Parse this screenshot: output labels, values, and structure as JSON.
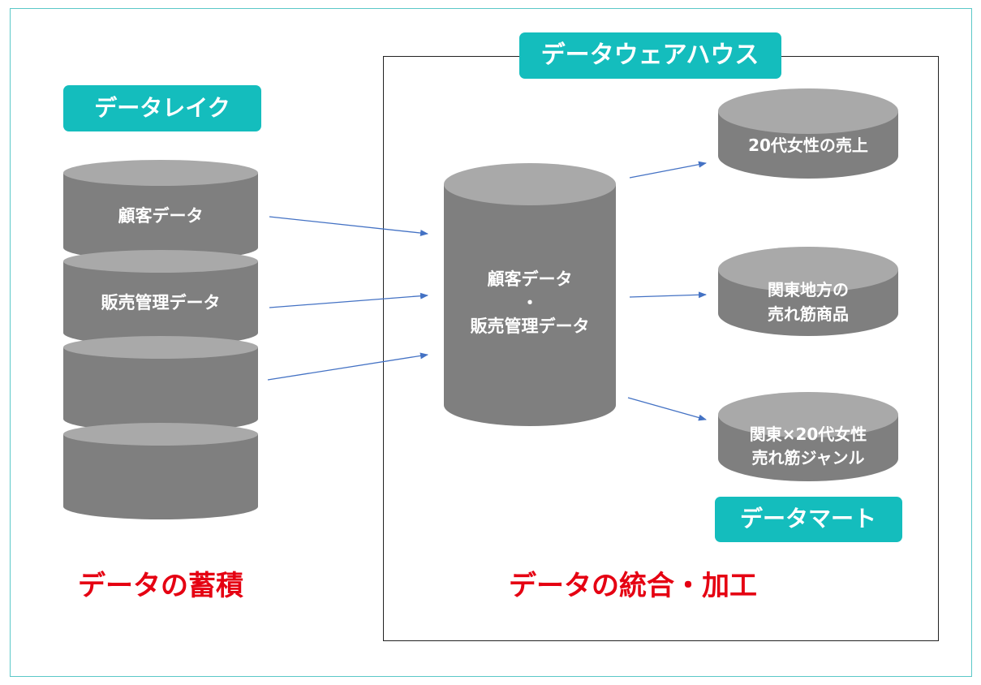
{
  "colors": {
    "accent": "#14bdbd",
    "cylinder_body": "#7f7f7f",
    "cylinder_top": "#a9a9a9",
    "caption": "#e50012",
    "arrow": "#4472c4"
  },
  "data_lake": {
    "title": "データレイク",
    "segments": [
      "顧客データ",
      "販売管理データ",
      "",
      ""
    ],
    "caption": "データの蓄積"
  },
  "data_warehouse": {
    "title": "データウェアハウス",
    "store_lines": [
      "顧客データ",
      "・",
      "販売管理データ"
    ],
    "caption": "データの統合・加工"
  },
  "data_mart": {
    "title": "データマート",
    "items": [
      {
        "lines": [
          "20代女性の売上"
        ]
      },
      {
        "lines": [
          "関東地方の",
          "売れ筋商品"
        ]
      },
      {
        "lines": [
          "関東×20代女性",
          "売れ筋ジャンル"
        ]
      }
    ]
  }
}
